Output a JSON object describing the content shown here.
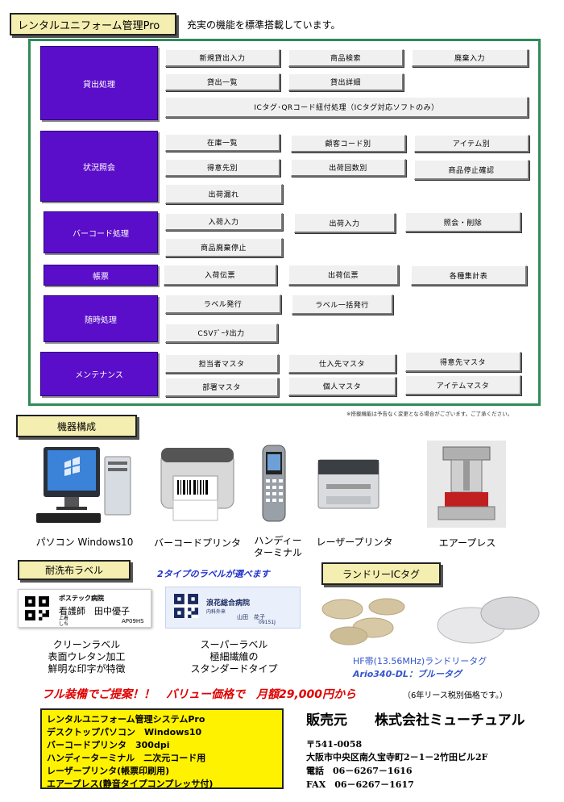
{
  "header": {
    "title": "レンタルユニフォーム管理Pro",
    "intro": "充実の機能を標準搭載しています。"
  },
  "categories": [
    "貸出処理",
    "状況照会",
    "バーコード処理",
    "帳票",
    "随時処理",
    "メンテナンス"
  ],
  "buttons": {
    "kashidashi": [
      "新規貸出入力",
      "商品検索",
      "廃棄入力",
      "貸出一覧",
      "貸出詳細",
      "ICタグ･QRコード紐付処理（ICタグ対応ソフトのみ）"
    ],
    "jokyo": [
      "在庫一覧",
      "顧客コード別",
      "アイテム別",
      "得意先別",
      "出荷回数別",
      "商品停止確認",
      "出荷漏れ"
    ],
    "barcode": [
      "入荷入力",
      "出荷入力",
      "照会・削除",
      "商品廃棄停止"
    ],
    "chohyo": [
      "入荷伝票",
      "出荷伝票",
      "各種集計表"
    ],
    "zuiji": [
      "ラベル発行",
      "ラベル一括発行",
      "CSVﾃﾞｰﾀ出力"
    ],
    "maint": [
      "担当者マスタ",
      "仕入先マスタ",
      "得意先マスタ",
      "部署マスタ",
      "個人マスタ",
      "アイテムマスタ"
    ]
  },
  "note": "※搭載機能は予告なく変更となる場合がございます。ご了承ください。",
  "equipment": {
    "label": "機器構成",
    "items": [
      "パソコン Windows10",
      "バーコードプリンタ",
      "ハンディー\nターミナル",
      "レーザープリンタ",
      "エアープレス"
    ]
  },
  "labels_section": {
    "label": "耐洗布ラベル",
    "tagline": "2タイプのラベルが選べます",
    "label1": {
      "org": "ポステック病院",
      "role": "看護師",
      "name": "田中優子",
      "sub1": "上着",
      "sub2": "しち",
      "code": "AP09HS"
    },
    "label2": {
      "org": "浪花総合病院",
      "dept": "内科外来",
      "name": "山田　花子",
      "code": "09151J"
    },
    "clean_desc": "クリーンラベル\n表面ウレタン加工\n鮮明な印字が特徴",
    "super_desc": "スーパーラベル\n極細繊維の\nスタンダードタイプ"
  },
  "ic_section": {
    "label": "ランドリーICタグ",
    "desc1": "HF帯(13.56MHz)ランドリータグ",
    "desc2": "Ario340-DL：ブルータグ"
  },
  "promo": {
    "headline": "フル装備でご提案！！　バリュー価格で　月額29,000円から",
    "suffix": "（6年リース税別価格です。）"
  },
  "package": [
    "レンタルユニフォーム管理システムPro",
    "デスクトップパソコン　Windows10",
    "バーコードプリンタ　300dpi",
    "ハンディーターミナル　二次元コード用",
    "レーザープリンタ(帳票印刷用)",
    "エアープレス(静音タイプコンプレッサ付)"
  ],
  "dealer": {
    "title": "販売元　　株式会社ミューチュアル",
    "zip": "〒541-0058",
    "address": "大阪市中央区南久宝寺町2－1－2竹田ビル2F",
    "tel": "電話　06－6267－1616",
    "fax": "FAX　06－6267－1617"
  }
}
